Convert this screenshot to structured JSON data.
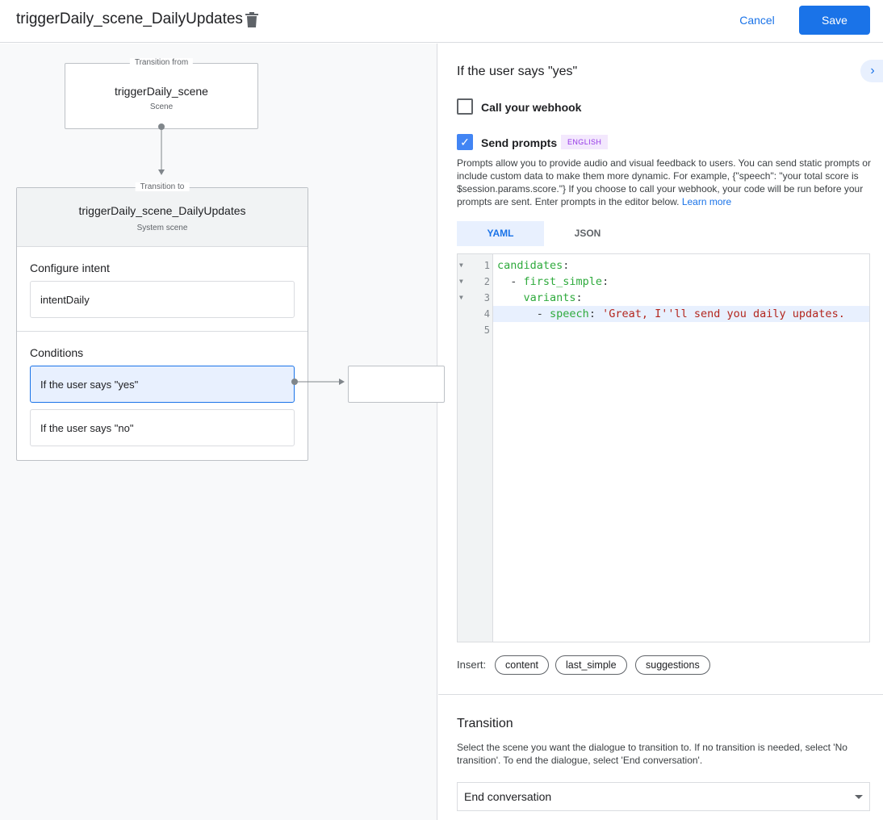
{
  "header": {
    "title": "triggerDaily_scene_DailyUpdates",
    "cancel": "Cancel",
    "save": "Save"
  },
  "canvas": {
    "from": {
      "legend": "Transition from",
      "name": "triggerDaily_scene",
      "type": "Scene"
    },
    "to": {
      "legend": "Transition to",
      "name": "triggerDaily_scene_DailyUpdates",
      "type": "System scene",
      "intent_heading": "Configure intent",
      "intent": "intentDaily",
      "conditions_heading": "Conditions",
      "conditions": [
        "If the user says \"yes\"",
        "If the user says \"no\""
      ]
    }
  },
  "panel": {
    "heading": "If the user says \"yes\"",
    "webhook_label": "Call your webhook",
    "webhook_checked": false,
    "prompts_label": "Send prompts",
    "prompts_checked": true,
    "language_badge": "ENGLISH",
    "description": "Prompts allow you to provide audio and visual feedback to users. You can send static prompts or include custom data to make them more dynamic. For example, {\"speech\": \"your total score is $session.params.score.\"} If you choose to call your webhook, your code will be run before your prompts are sent. Enter prompts in the editor below. ",
    "learn_more": "Learn more",
    "tabs": [
      "YAML",
      "JSON"
    ],
    "active_tab": "YAML",
    "code": {
      "line_numbers": [
        "1",
        "2",
        "3",
        "4",
        "5"
      ],
      "l1_key": "candidates",
      "l2_dash": "  - ",
      "l2_key": "first_simple",
      "l3_key": "variants",
      "l4_dash": "      - ",
      "l4_key": "speech",
      "l4_val": "'Great, I''ll send you daily updates.",
      "colon": ":"
    },
    "insert_label": "Insert:",
    "insert_chips": [
      "content",
      "last_simple",
      "suggestions"
    ],
    "transition_heading": "Transition",
    "transition_desc": "Select the scene you want the dialogue to transition to. If no transition is needed, select 'No transition'. To end the dialogue, select 'End conversation'.",
    "transition_value": "End conversation"
  }
}
